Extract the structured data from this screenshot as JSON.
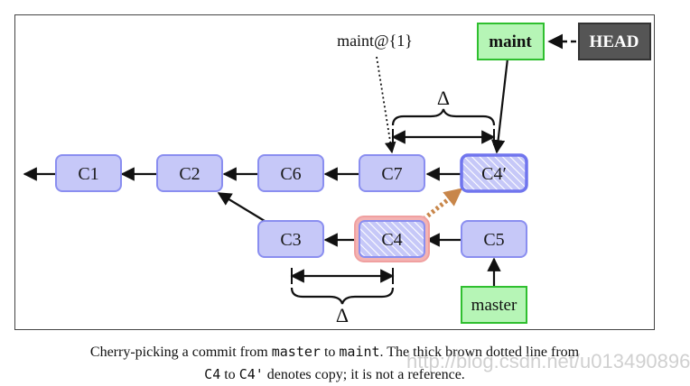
{
  "commits": {
    "c1": "C1",
    "c2": "C2",
    "c6": "C6",
    "c7": "C7",
    "c4prime": "C4′",
    "c3": "C3",
    "c4": "C4",
    "c5": "C5"
  },
  "refs": {
    "maint": "maint",
    "head": "HEAD",
    "master": "master",
    "maint_reflog": "maint@{1}"
  },
  "delta_top": "Δ",
  "delta_bottom": "Δ",
  "caption": {
    "line1_a": "Cherry-picking a commit from ",
    "line1_master": "master",
    "line1_b": " to ",
    "line1_maint": "maint",
    "line1_c": ". The thick brown dotted line from",
    "line2_c4": "C4",
    "line2_a": " to ",
    "line2_c4p": "C4'",
    "line2_b": " denotes copy; it is not a reference."
  },
  "watermark": "http://blog.csdn.net/u013490896",
  "colors": {
    "commit_fill": "#c6c8f8",
    "commit_stroke": "#8a8ef0",
    "ref_fill": "#b6f5b6",
    "ref_stroke": "#2fbf2f",
    "head_fill": "#555555",
    "copy_arrow": "#c8864a",
    "highlight": "#f0a0a0"
  }
}
